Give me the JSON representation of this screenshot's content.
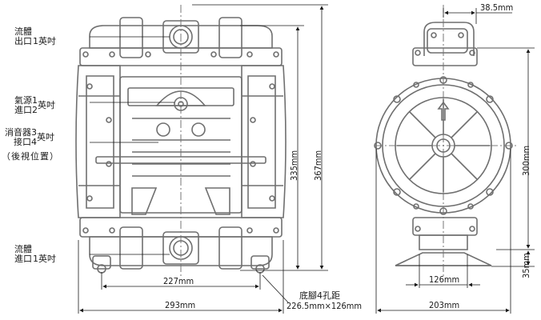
{
  "front_view": {
    "labels": {
      "outlet_line1": "流體",
      "outlet_line2": "出口",
      "outlet_size": "1英吋",
      "air_line1": "氣源",
      "air_line2": "進口",
      "air_sub1": "1",
      "air_sub2": "2",
      "air_size": "英吋",
      "muffler_line1": "消音器",
      "muffler_line2": "接口",
      "muffler_sub1": "3",
      "muffler_sub2": "4",
      "muffler_size": "英吋",
      "rear_view": "（後視位置）",
      "inlet_line1": "流體",
      "inlet_line2": "進口",
      "inlet_size": "1英吋"
    },
    "dimensions": {
      "height_inner": "335mm",
      "height_outer": "367mm",
      "width_inner": "227mm",
      "width_outer": "293mm",
      "foot_label": "底腳4孔距",
      "foot_value": "226.5mm×126mm"
    }
  },
  "side_view": {
    "dimensions": {
      "top_offset": "38.5mm",
      "center_height": "300mm",
      "foot_height": "35mm",
      "foot_span": "126mm",
      "total_width": "203mm"
    }
  },
  "colors": {
    "line": "#1a1a1a",
    "part": "#7d7d7d",
    "fill": "#ffffff"
  }
}
